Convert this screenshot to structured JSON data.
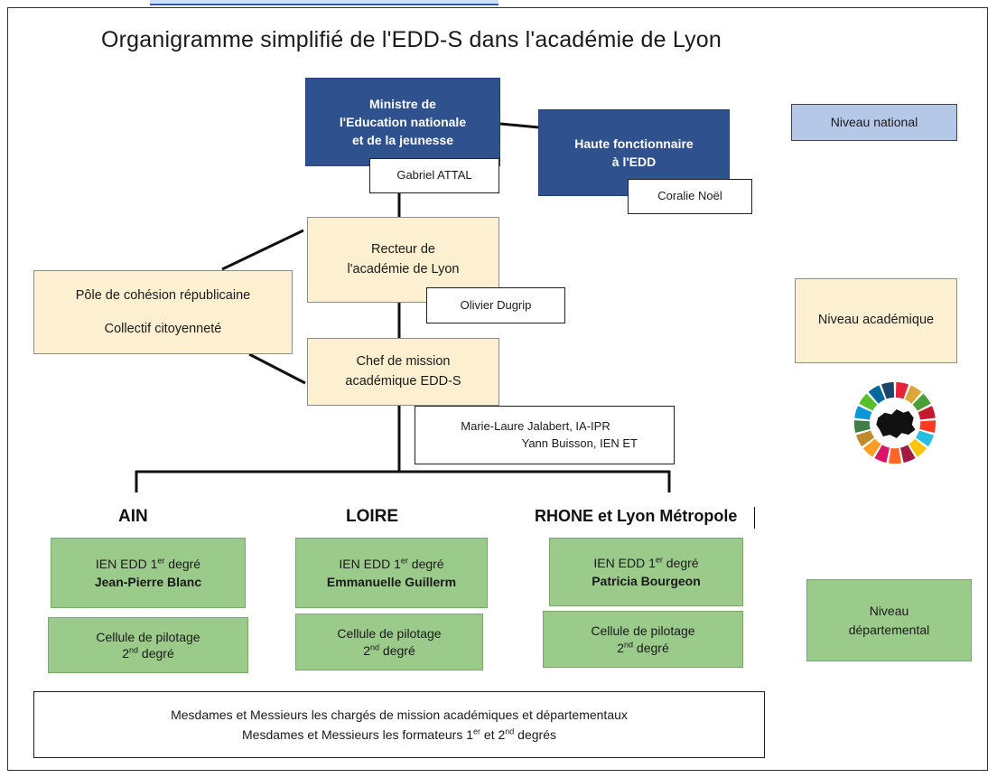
{
  "title": "Organigramme simplifié de l'EDD-S dans l'académie de Lyon",
  "national": {
    "ministre": [
      "Ministre de",
      "l'Education nationale",
      "et de la jeunesse"
    ],
    "ministre_name": "Gabriel ATTAL",
    "haute": [
      "Haute fonctionnaire",
      "à l'EDD"
    ],
    "haute_name": "Coralie Noël"
  },
  "academique": {
    "recteur": [
      "Recteur de",
      "l'académie de Lyon"
    ],
    "recteur_name": "Olivier Dugrip",
    "pole_line1": "Pôle de cohésion républicaine",
    "pole_line2": "Collectif citoyenneté",
    "chef": [
      "Chef de mission",
      "académique EDD-S"
    ],
    "chef_names": [
      "Marie-Laure Jalabert, IA-IPR",
      "Yann Buisson, IEN ET"
    ]
  },
  "departements": [
    {
      "name": "AIN",
      "ien_label": "IEN EDD 1",
      "ien_sup": "er",
      "ien_suffix": " degré",
      "ien_name": "Jean-Pierre Blanc",
      "cellule": "Cellule de pilotage",
      "degre_num": "2",
      "degre_sup": "nd",
      "degre_word": " degré"
    },
    {
      "name": "LOIRE",
      "ien_label": "IEN EDD 1",
      "ien_sup": "er",
      "ien_suffix": " degré",
      "ien_name": "Emmanuelle Guillerm",
      "cellule": "Cellule de pilotage",
      "degre_num": "2",
      "degre_sup": "nd",
      "degre_word": " degré"
    },
    {
      "name": "RHONE et Lyon Métropole",
      "ien_label": "IEN EDD 1",
      "ien_sup": "er",
      "ien_suffix": " degré",
      "ien_name": "Patricia Bourgeon",
      "cellule": "Cellule de pilotage",
      "degre_num": "2",
      "degre_sup": "nd",
      "degre_word": " degré"
    }
  ],
  "footer": {
    "line1": "Mesdames et Messieurs les chargés de mission académiques et départementaux",
    "line2_a": "Mesdames et Messieurs les formateurs 1",
    "line2_sup1": "er",
    "line2_b": " et 2",
    "line2_sup2": "nd",
    "line2_c": " degrés"
  },
  "legend": {
    "national": "Niveau national",
    "academique": "Niveau académique",
    "departemental": [
      "Niveau",
      "départemental"
    ]
  },
  "colors": {
    "navy": "#2f528f",
    "cream": "#fdf0d1",
    "green": "#9bcb8a",
    "lightblue": "#b5c8e8"
  },
  "icons": {
    "sdg_wheel": "sdg-wheel-icon"
  }
}
